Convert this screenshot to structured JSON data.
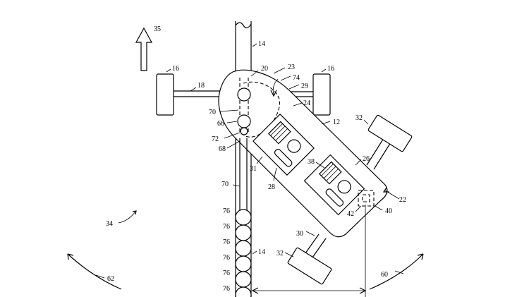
{
  "colors": {
    "line": "#000000",
    "background": "#ffffff"
  },
  "labels": {
    "l35": "35",
    "l14_top": "14",
    "l16_left": "16",
    "l16_right": "16",
    "l18": "18",
    "l20": "20",
    "l23": "23",
    "l74": "74",
    "l29": "29",
    "l24": "24",
    "l12": "12",
    "l32_top": "32",
    "l70_upper": "70",
    "l66": "66",
    "l72": "72",
    "l68": "68",
    "l31": "31",
    "l28": "28",
    "l38": "38",
    "l26": "26",
    "l22": "22",
    "l40": "40",
    "l42": "42",
    "l30": "30",
    "l32_bottom": "32",
    "l70_lower": "70",
    "l34": "34",
    "l76_1": "76",
    "l76_2": "76",
    "l76_3": "76",
    "l76_4": "76",
    "l76_5": "76",
    "l76_6": "76",
    "l14_bottom": "14",
    "l62": "62",
    "l60": "60"
  }
}
